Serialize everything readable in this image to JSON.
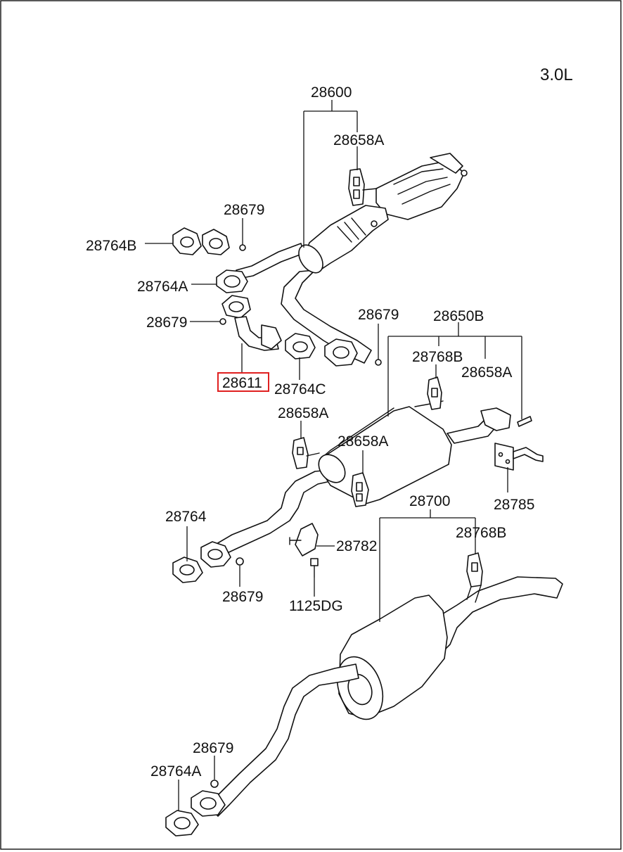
{
  "diagram": {
    "engine_label": "3.0L",
    "highlight_color": "#e02020",
    "labels": {
      "p28600": "28600",
      "p28658A_top": "28658A",
      "p28679_a": "28679",
      "p28764B": "28764B",
      "p28764A_top": "28764A",
      "p28679_b": "28679",
      "p28611": "28611",
      "p28764C": "28764C",
      "p28679_c": "28679",
      "p28650B": "28650B",
      "p28768B_mid": "28768B",
      "p28658A_right": "28658A",
      "p28658A_left": "28658A",
      "p28658A_mid": "28658A",
      "p28785": "28785",
      "p28764": "28764",
      "p28700": "28700",
      "p28768B_low": "28768B",
      "p28782": "28782",
      "p28679_d": "28679",
      "p1125DG": "1125DG",
      "p28679_e": "28679",
      "p28764A_bottom": "28764A"
    }
  }
}
